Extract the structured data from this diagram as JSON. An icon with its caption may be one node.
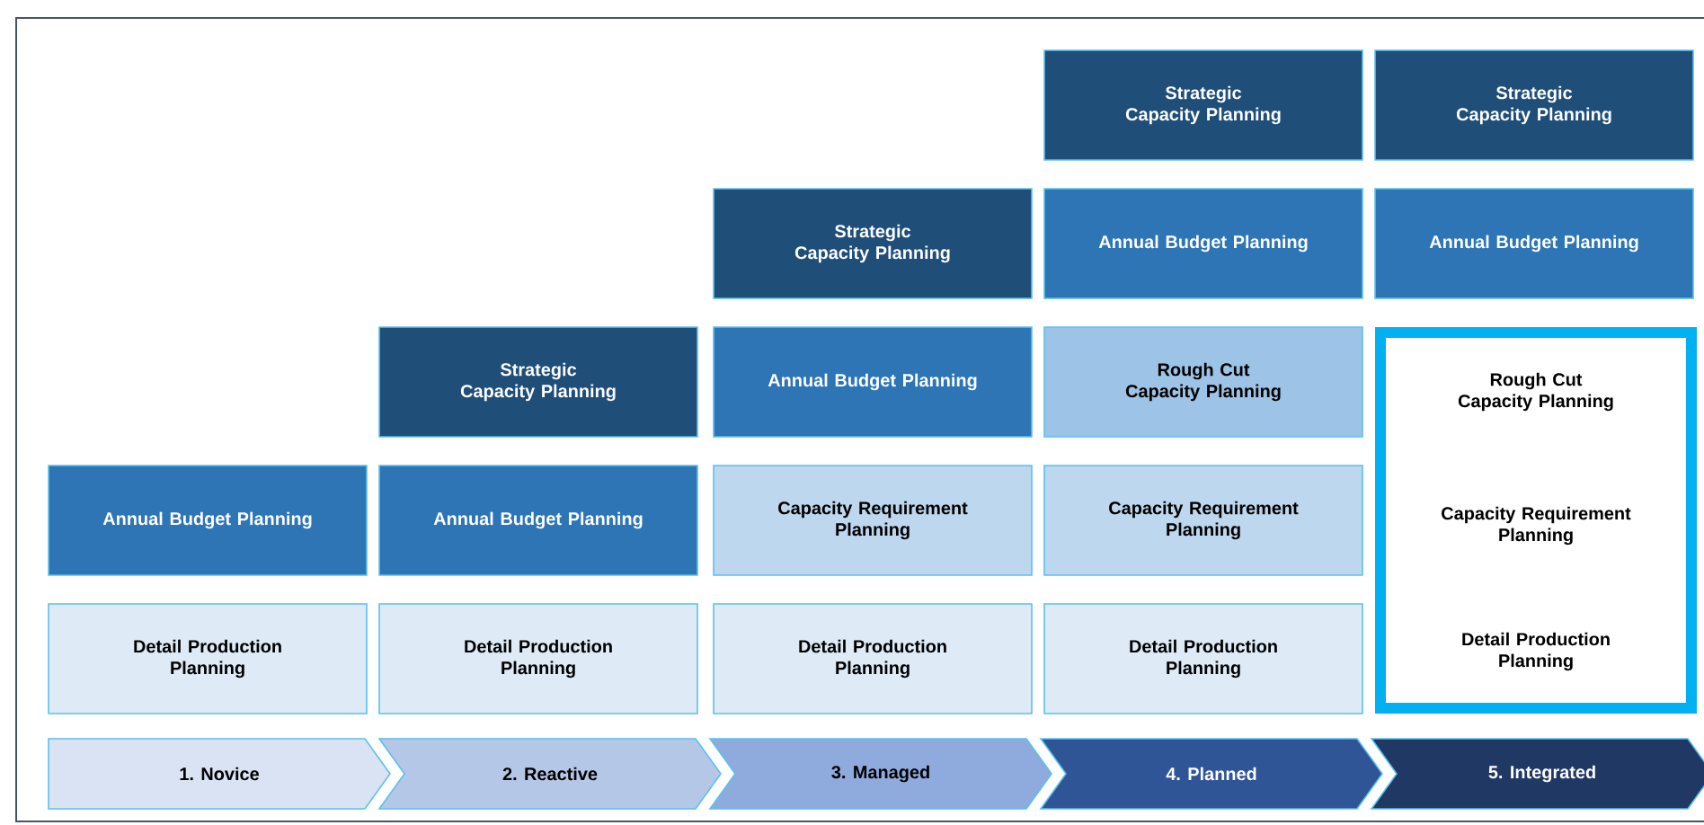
{
  "diagram": {
    "nodes": [
      {
        "text": [
          "Strategic Capacity Planning"
        ]
      },
      {
        "text": [
          "Strategic Capacity Planning"
        ]
      },
      {
        "text": [
          "Strategic Capacity Planning"
        ]
      },
      {
        "text": [
          "Annual Budget Planning"
        ]
      },
      {
        "text": [
          "Annual Budget Planning"
        ]
      },
      {
        "text": [
          "Strategic Capacity Planning"
        ]
      },
      {
        "text": [
          "Annual Budget Planning"
        ]
      },
      {
        "text": [
          "Rough Cut Capacity Planning"
        ]
      },
      {
        "text": [],
        "shape": "box"
      },
      {
        "text": [
          "Rough Cut Capacity Planning"
        ],
        "in": 8
      },
      {
        "text": [
          "Annual Budget Planning"
        ]
      },
      {
        "text": [
          "Annual Budget Planning"
        ]
      },
      {
        "text": [
          "Capacity Requirement Planning"
        ]
      },
      {
        "text": [
          "Capacity Requirement Planning"
        ]
      },
      {
        "text": [
          "Capacity Requirement Planning"
        ],
        "in": 8
      },
      {
        "text": [
          "Detail Production Planning"
        ]
      },
      {
        "text": [
          "Detail Production Planning"
        ]
      },
      {
        "text": [
          "Detail Production Planning"
        ]
      },
      {
        "text": [
          "Detail Production Planning"
        ]
      },
      {
        "text": [
          "Detail Production Planning"
        ],
        "in": 8
      },
      {
        "text": [
          "1. Novice"
        ]
      },
      {
        "text": [
          "2. Reactive"
        ]
      },
      {
        "text": [
          "3. Managed"
        ]
      },
      {
        "text": [
          "4. Planned"
        ]
      },
      {
        "text": [
          "5. Integrated"
        ]
      }
    ]
  }
}
